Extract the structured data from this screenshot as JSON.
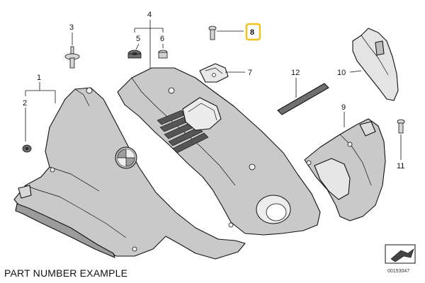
{
  "caption": "PART NUMBER EXAMPLE",
  "reference_number": "00153047",
  "highlight_color": "#f2c21b",
  "callouts": {
    "c1": "1",
    "c2": "2",
    "c3": "3",
    "c4": "4",
    "c5": "5",
    "c6": "6",
    "c7": "7",
    "c8": "8",
    "c9": "9",
    "c10": "10",
    "c11": "11",
    "c12": "12"
  },
  "highlighted_callout": "8",
  "icons": [
    "direction-arrow-icon"
  ]
}
